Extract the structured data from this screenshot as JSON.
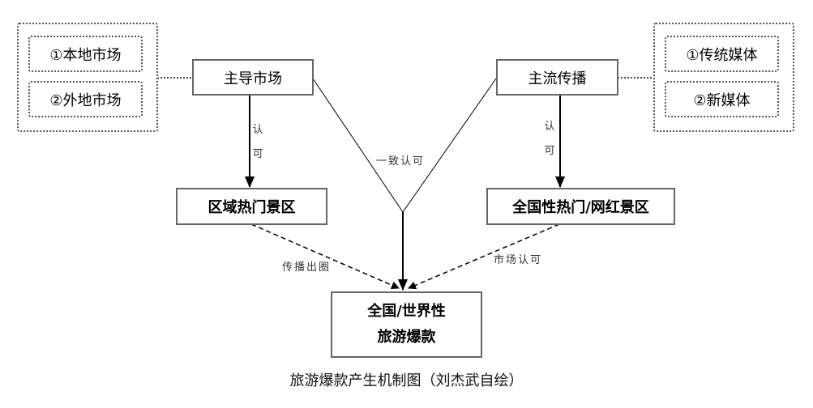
{
  "left_group": {
    "items": [
      "①本地市场",
      "②外地市场"
    ]
  },
  "right_group": {
    "items": [
      "①传统媒体",
      "②新媒体"
    ]
  },
  "nodes": {
    "leading_market": "主导市场",
    "mainstream_media": "主流传播",
    "regional_spot": "区域热门景区",
    "national_spot": "全国性热门/网红景区",
    "hit_line1": "全国/世界性",
    "hit_line2": "旅游爆款"
  },
  "edge_labels": {
    "left_approve": [
      "认",
      "可"
    ],
    "right_approve": [
      "认",
      "可"
    ],
    "consensus": "一致认可",
    "spread": "传播出圈",
    "market_approve": "市场认可"
  },
  "caption": "旅游爆款产生机制图（刘杰武自绘）"
}
